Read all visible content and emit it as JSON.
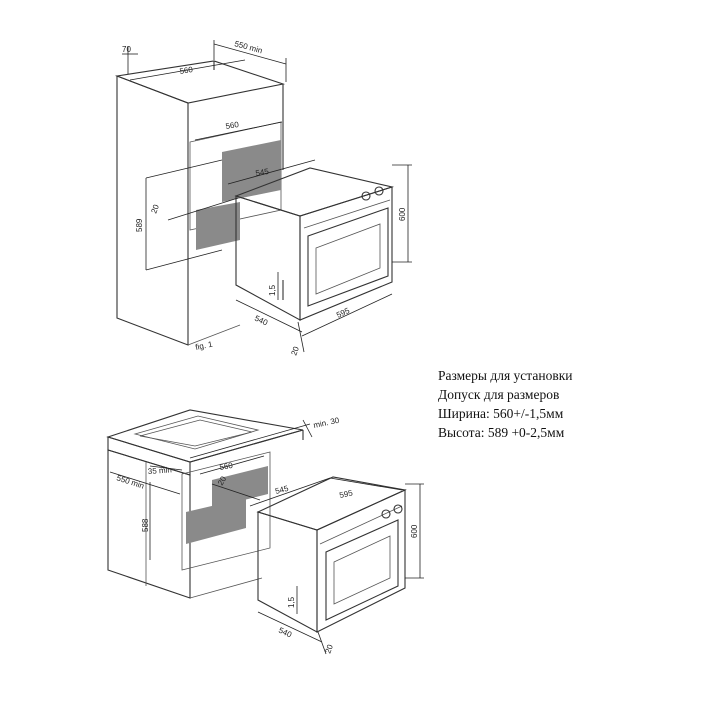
{
  "figure_top": {
    "label_70": "70",
    "label_550min": "550 min",
    "label_560a": "560",
    "label_560b": "560",
    "label_545": "545",
    "label_589": "589",
    "label_20": "20",
    "label_600": "600",
    "label_1_5": "1,5",
    "label_540": "540",
    "label_595": "595",
    "label_20b": "20",
    "fig_label": "fig. 1"
  },
  "figure_bottom": {
    "label_min30": "min. 30",
    "label_550min": "550 min",
    "label_35min": "35 min",
    "label_560": "560",
    "label_588": "588",
    "label_20": "20",
    "label_545": "545",
    "label_595": "595",
    "label_600": "600",
    "label_1_5": "1,5",
    "label_540": "540",
    "label_20b": "20"
  },
  "notes": {
    "line1": "Размеры для установки",
    "line2": "Допуск для размеров",
    "line3": "Ширина: 560+/-1,5мм",
    "line4": "Высота: 589 +0-2,5мм"
  }
}
